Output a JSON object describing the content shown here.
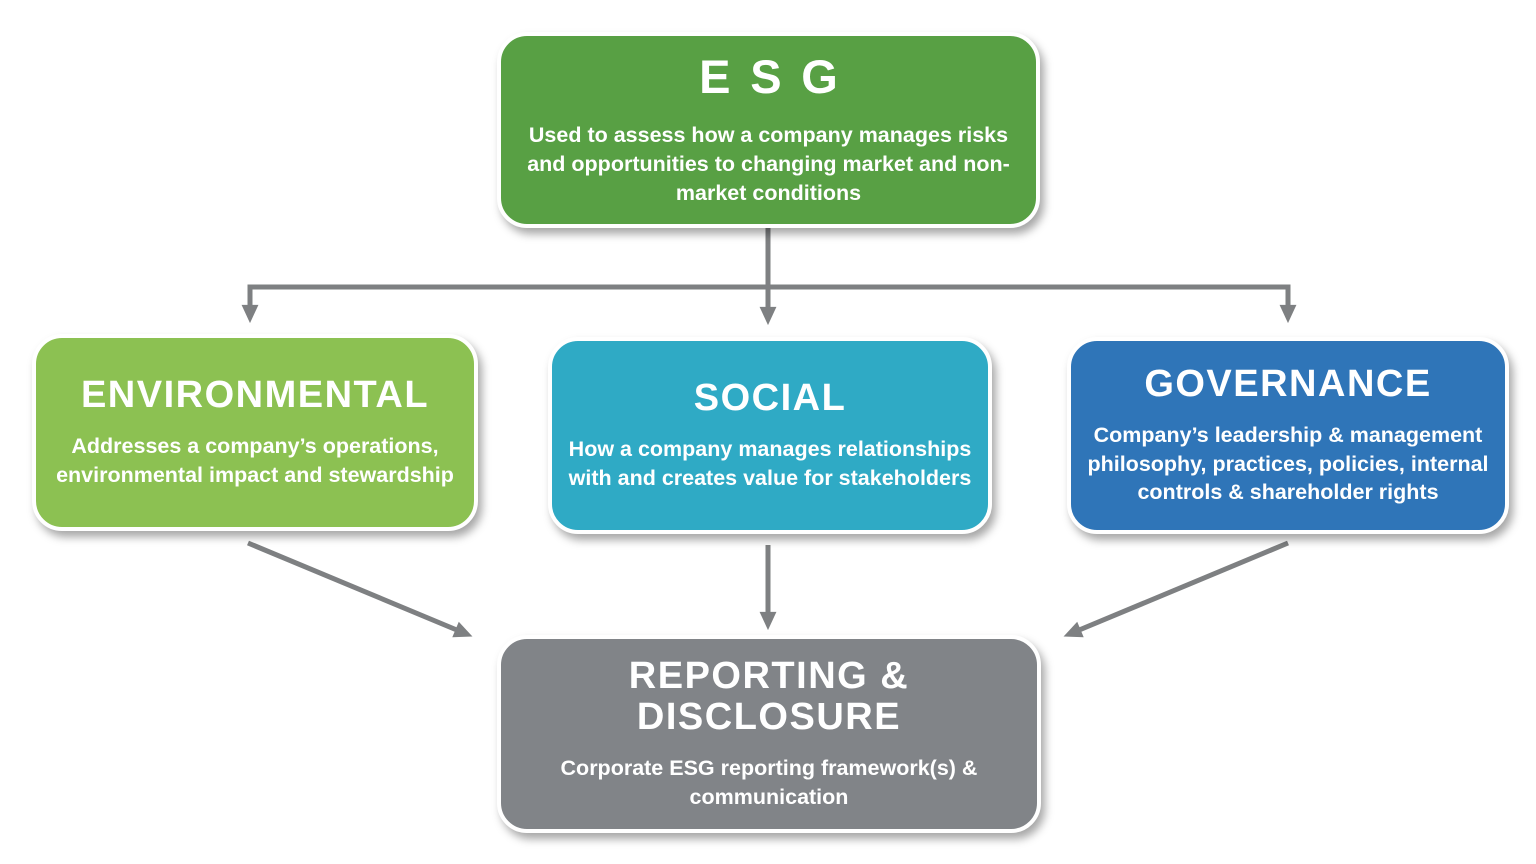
{
  "nodes": {
    "esg": {
      "title": "ESG",
      "description": "Used to assess how a company manages risks and opportunities to changing market and non-market conditions",
      "color": "#58a044"
    },
    "environmental": {
      "title": "ENVIRONMENTAL",
      "description": "Addresses a company’s operations, environmental impact and stewardship",
      "color": "#8cc152"
    },
    "social": {
      "title": "SOCIAL",
      "description": "How a company manages relationships with and creates value for stakeholders",
      "color": "#2faac5"
    },
    "governance": {
      "title": "GOVERNANCE",
      "description": "Company’s leadership & management philosophy, practices, policies, internal controls & shareholder rights",
      "color": "#2f75b8"
    },
    "reporting": {
      "title": "REPORTING & DISCLOSURE",
      "description": "Corporate ESG reporting framework(s) & communication",
      "color": "#818488"
    }
  },
  "connectors": {
    "color": "#7e8082",
    "edges": [
      {
        "from": "esg",
        "to": "environmental"
      },
      {
        "from": "esg",
        "to": "social"
      },
      {
        "from": "esg",
        "to": "governance"
      },
      {
        "from": "environmental",
        "to": "reporting"
      },
      {
        "from": "social",
        "to": "reporting"
      },
      {
        "from": "governance",
        "to": "reporting"
      }
    ]
  }
}
